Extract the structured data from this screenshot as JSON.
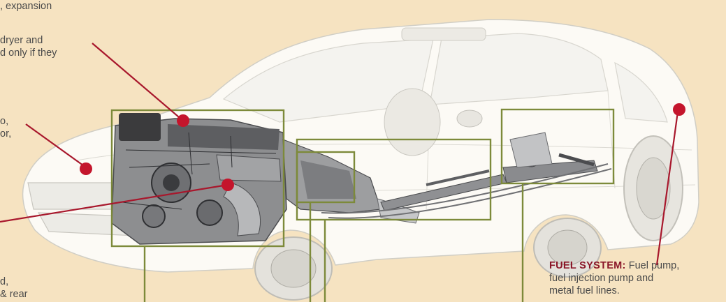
{
  "colors": {
    "background": "#f6e3c1",
    "callout_box": "#7d8a3a",
    "leader_line": "#a8172c",
    "marker": "#c4152c",
    "heading": "#8a1527",
    "body_text": "#4a4a4a"
  },
  "notes": {
    "n1": ", expansion",
    "n2a": "dryer and",
    "n2b": "d only if they",
    "n3a": "o,",
    "n3b": "or,",
    "n4a": "d,",
    "n4b": "& rear",
    "fuel_head": "FUEL SYSTEM:",
    "fuel_l1": " Fuel pump,",
    "fuel_l2": "fuel injection pump and",
    "fuel_l3": "metal fuel lines."
  }
}
